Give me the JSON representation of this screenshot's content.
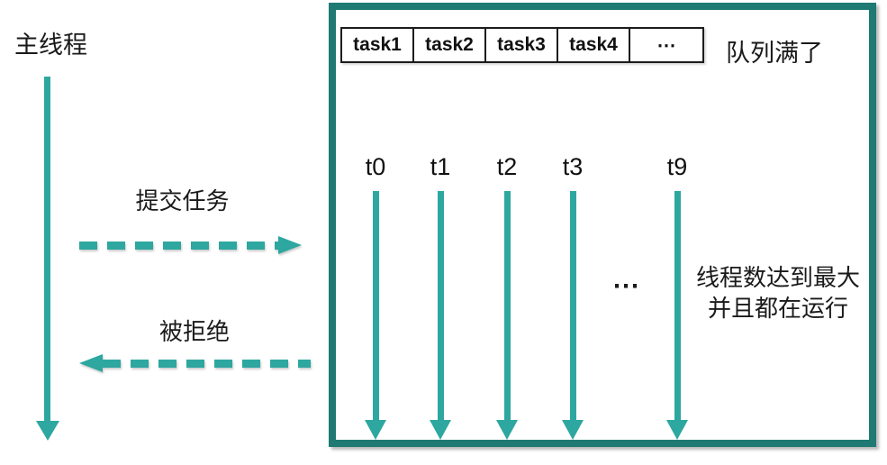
{
  "labels": {
    "main_thread": "主线程",
    "submit_task": "提交任务",
    "rejected": "被拒绝",
    "queue_full": "队列满了",
    "threads_ellipsis": "⋯",
    "max_note_line1": "线程数达到最大",
    "max_note_line2": "并且都在运行"
  },
  "queue": {
    "cells": [
      "task1",
      "task2",
      "task3",
      "task4",
      "⋯"
    ]
  },
  "threads": [
    "t0",
    "t1",
    "t2",
    "t3",
    "t9"
  ],
  "colors": {
    "arrow_teal": "#2da79f",
    "border_teal": "#1e7a73"
  }
}
